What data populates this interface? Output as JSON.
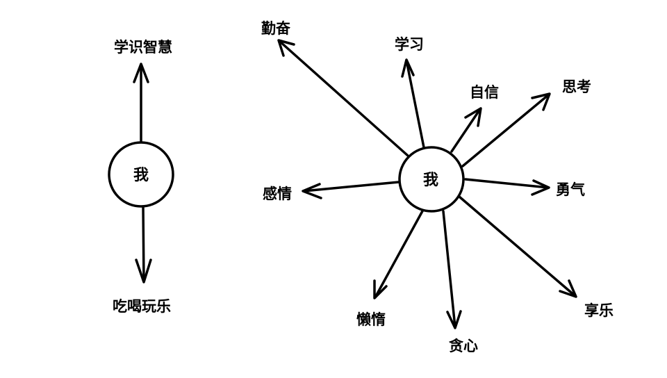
{
  "left_diagram": {
    "center_label": "我",
    "top_label": "学识智慧",
    "bottom_label": "吃喝玩乐"
  },
  "right_diagram": {
    "center_label": "我",
    "spokes": [
      {
        "id": "qinfen",
        "label": "勤奋"
      },
      {
        "id": "xuexi",
        "label": "学习"
      },
      {
        "id": "zixin",
        "label": "自信"
      },
      {
        "id": "sikao",
        "label": "思考"
      },
      {
        "id": "yongqi",
        "label": "勇气"
      },
      {
        "id": "xiangle",
        "label": "享乐"
      },
      {
        "id": "tanxin",
        "label": "贪心"
      },
      {
        "id": "landuo",
        "label": "懒惰"
      },
      {
        "id": "ganqing",
        "label": "感情"
      }
    ]
  }
}
